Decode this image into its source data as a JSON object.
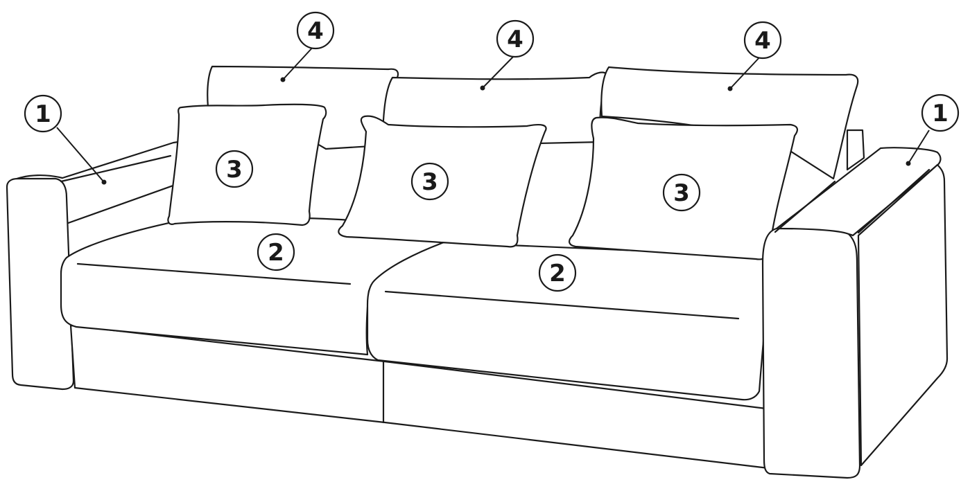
{
  "figure": {
    "callouts": [
      {
        "id": "c1-left",
        "label": "1"
      },
      {
        "id": "c1-right",
        "label": "1"
      },
      {
        "id": "c2-left",
        "label": "2"
      },
      {
        "id": "c2-right",
        "label": "2"
      },
      {
        "id": "c3-left",
        "label": "3"
      },
      {
        "id": "c3-mid",
        "label": "3"
      },
      {
        "id": "c3-right",
        "label": "3"
      },
      {
        "id": "c4-left",
        "label": "4"
      },
      {
        "id": "c4-mid",
        "label": "4"
      },
      {
        "id": "c4-right",
        "label": "4"
      }
    ]
  }
}
